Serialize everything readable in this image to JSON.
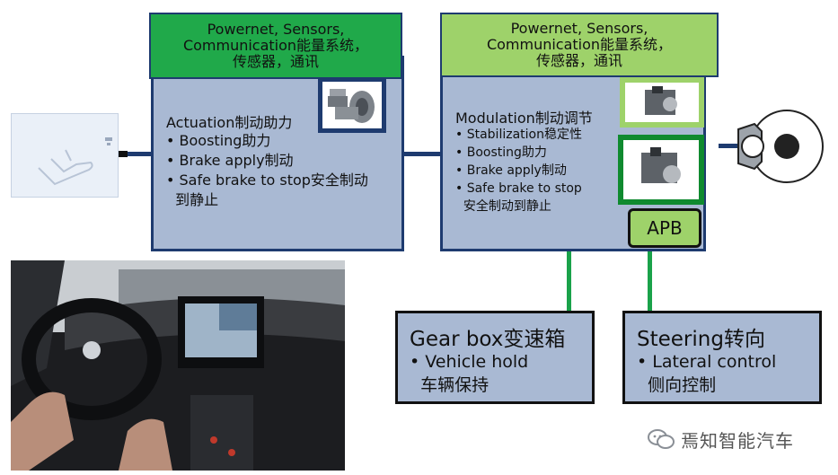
{
  "left_block": {
    "header": [
      "Powernet, Sensors,",
      "Communication能量系统，",
      "传感器，通讯"
    ],
    "title": "Actuation制动助力",
    "bullets": [
      "• Boosting助力",
      "• Brake apply制动",
      "• Safe brake to stop安全制动",
      "  到静止"
    ]
  },
  "right_block": {
    "header": [
      "Powernet, Sensors,",
      "Communication能量系统，",
      "传感器，通讯"
    ],
    "title": "Modulation制动调节",
    "bullets": [
      "• Stabilization稳定性",
      "• Boosting助力",
      "• Brake apply制动",
      "• Safe brake to stop",
      "  安全制动到静止"
    ],
    "apb_label": "APB"
  },
  "gearbox": {
    "title": "Gear box变速箱",
    "bullets": [
      "• Vehicle hold",
      "  车辆保持"
    ]
  },
  "steering": {
    "title": "Steering转向",
    "bullets": [
      "• Lateral control",
      "  侧向控制"
    ]
  },
  "watermark": {
    "text": "焉知智能汽车"
  },
  "colors": {
    "panel_blue": "#a9b9d3",
    "border_navy": "#1e3b6f",
    "green_dark": "#20a94a",
    "green_light": "#9ed26a"
  }
}
